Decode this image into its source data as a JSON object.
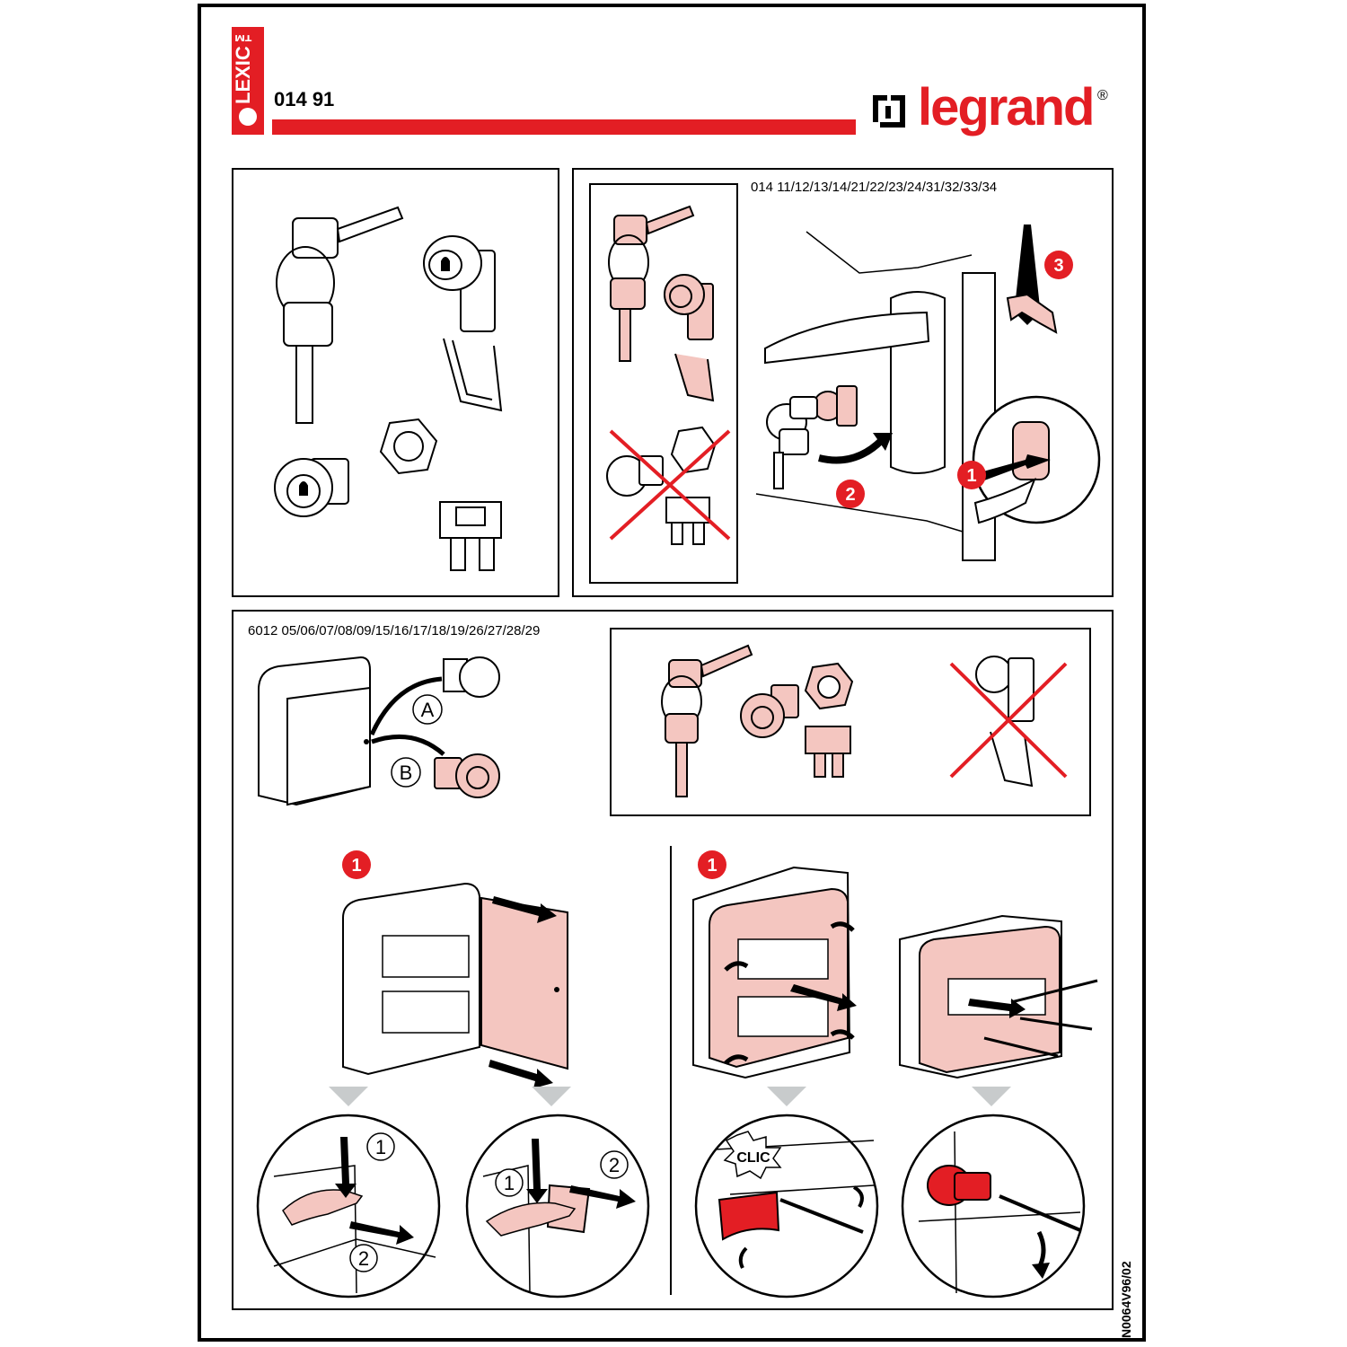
{
  "header": {
    "series_label": "LEXIC™",
    "product_code": "014 91",
    "brand_name": "legrand",
    "brand_reg": "®"
  },
  "panel_top_right": {
    "compatible_refs": "014 11/12/13/14/21/22/23/24/31/32/33/34",
    "steps": [
      "1",
      "2",
      "3"
    ]
  },
  "panel_bottom": {
    "compatible_refs": "6012 05/06/07/08/09/15/16/17/18/19/26/27/28/29",
    "options": [
      "A",
      "B"
    ],
    "step_left": "1",
    "step_right": "1",
    "detail_labels_left": [
      "1",
      "2"
    ],
    "detail_labels_middle": [
      "1",
      "2"
    ],
    "clic_label": "CLIC"
  },
  "footer": {
    "doc_code": "N0064V96/02"
  },
  "colors": {
    "brand_red": "#e31e24",
    "part_pink": "#f4c6c0",
    "arrow_grey": "#c8cbcc"
  }
}
